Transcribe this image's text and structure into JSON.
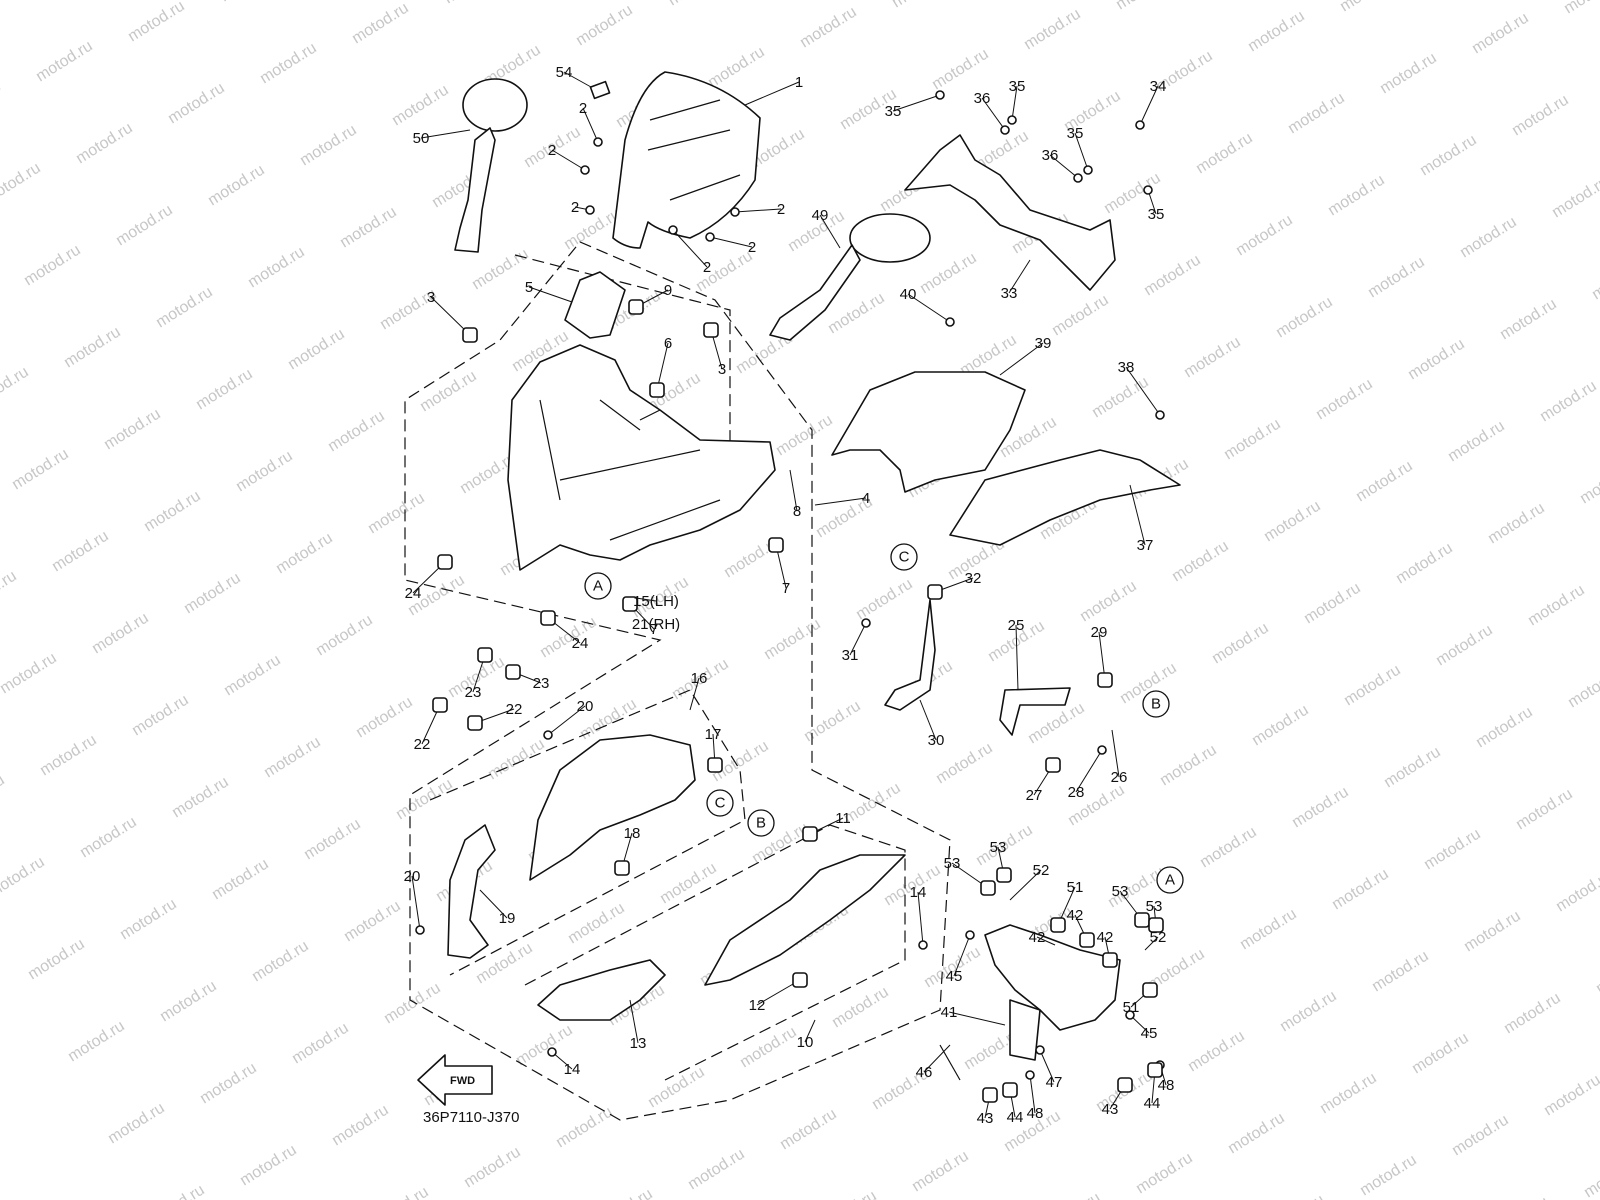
{
  "watermark": "motod.ru",
  "diagram_code": "36P7110-J370",
  "forward_label": "FWD",
  "labels": [
    "1",
    "2",
    "3",
    "4",
    "5",
    "6",
    "7",
    "8",
    "9",
    "10",
    "11",
    "12",
    "13",
    "14",
    "15(LH)",
    "16",
    "17",
    "18",
    "19",
    "20",
    "21(RH)",
    "22",
    "23",
    "24",
    "25",
    "26",
    "27",
    "28",
    "29",
    "30",
    "31",
    "32",
    "33",
    "34",
    "35",
    "36",
    "37",
    "38",
    "39",
    "40",
    "41",
    "42",
    "43",
    "44",
    "45",
    "46",
    "47",
    "48",
    "49",
    "50",
    "51",
    "52",
    "53",
    "54"
  ],
  "callouts": [
    "A",
    "B",
    "C"
  ]
}
